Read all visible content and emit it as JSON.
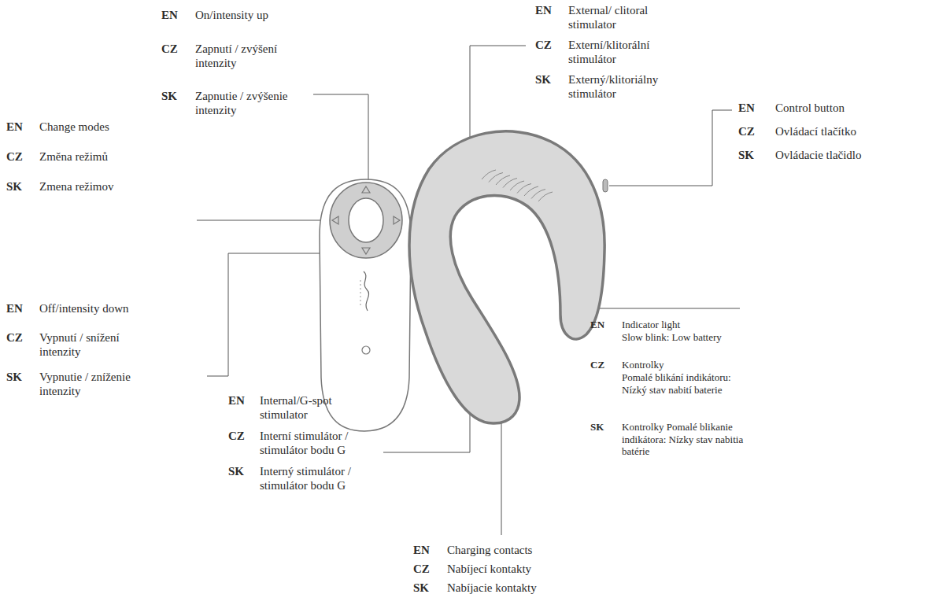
{
  "diagram": {
    "labels": [
      "EN",
      "On/intensity up",
      "CZ",
      "Zapnutí / zvýšení intenzity",
      "SK",
      "Zapnutie / zvýšenie intenzity",
      "EN",
      "External/ clitoral stimulator",
      "CZ",
      "Externí/klitorální stimulátor",
      "SK",
      "Externý/klitoriálny stimulátor",
      "EN",
      "Change modes",
      "CZ",
      "Změna režimů",
      "SK",
      "Zmena režimov",
      "EN",
      "Control button",
      "CZ",
      "Ovládací tlačítko",
      "SK",
      "Ovládacie tlačidlo",
      "EN",
      "Off/intensity down",
      "CZ",
      "Vypnutí / snížení intenzity",
      "SK",
      "Vypnutie / zníženie intenzity",
      "EN",
      "Indicator light",
      "Slow blink: Low battery",
      "CZ",
      "Kontrolky",
      "Pomalé blikání indikátoru: Nízký stav nabití baterie",
      "SK",
      "Kontrolky Pomalé blikanie indikátora: Nízky stav nabitia batérie",
      "EN",
      "Internal/G-spot stimulator",
      "CZ",
      "Interní stimulátor / stimulátor bodu G",
      "SK",
      "Interný stimulátor / stimulátor bodu G",
      "EN",
      "Charging contacts",
      "CZ",
      "Nabíjecí kontakty",
      "SK",
      "Nabíjacie kontakty"
    ]
  }
}
